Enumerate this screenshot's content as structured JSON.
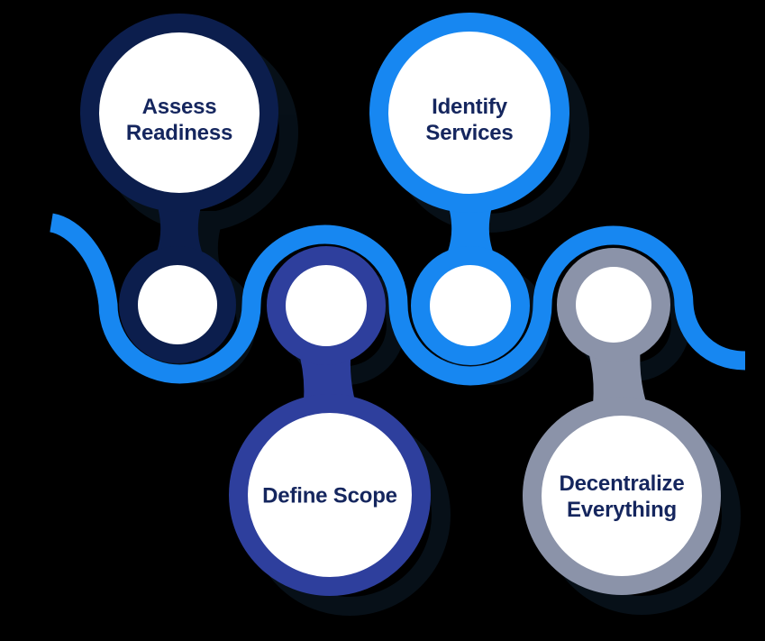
{
  "diagram": {
    "background_color": "#000000",
    "text_color": "#15265e",
    "shadow_color": "#16344e",
    "wave": {
      "color": "#1787f1"
    },
    "nodes": [
      {
        "label": "Assess Readiness",
        "color": "#0c1e4d"
      },
      {
        "label": "Identify Services",
        "color": "#1787f1"
      },
      {
        "label": "Define Scope",
        "color": "#2e3f9d"
      },
      {
        "label": "Decentralize Everything",
        "color": "#8b93a9"
      }
    ]
  }
}
